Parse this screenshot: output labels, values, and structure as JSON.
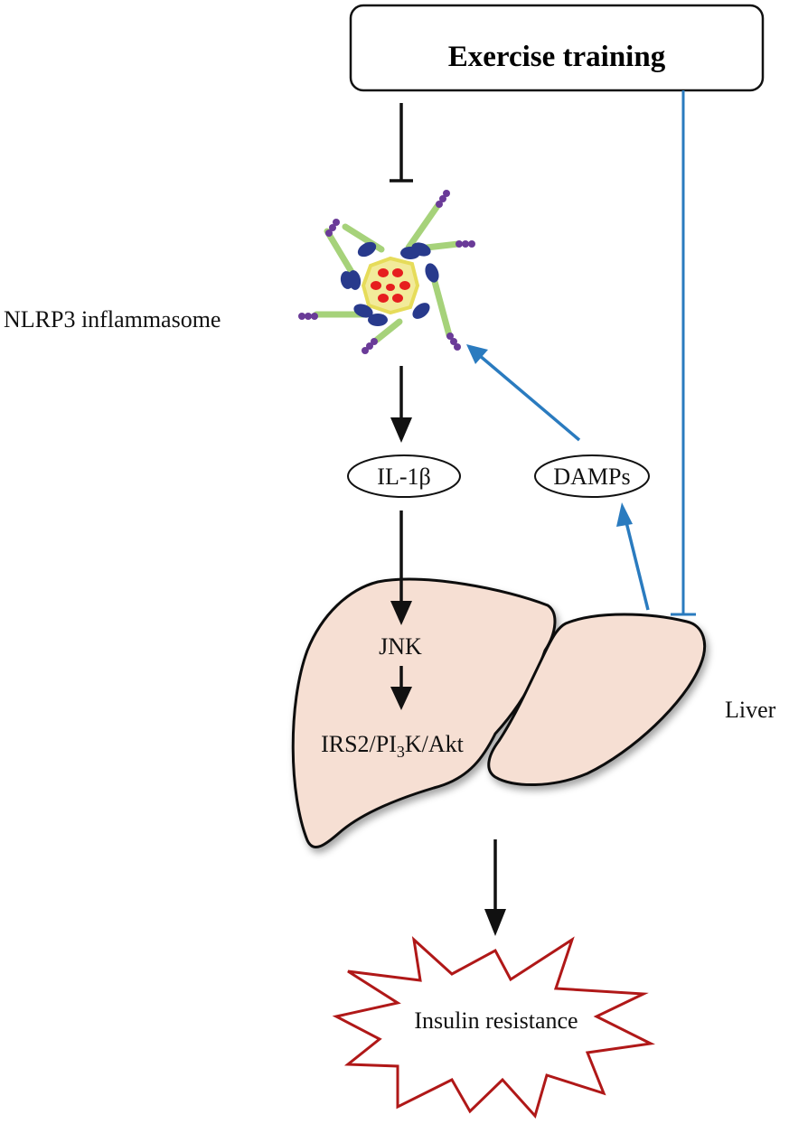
{
  "figure": {
    "exercise_box": {
      "label": "Exercise training"
    },
    "inflammasome": {
      "label": "NLRP3 inflammasome"
    },
    "il1b": {
      "label": "IL-1β"
    },
    "damps": {
      "label": "DAMPs"
    },
    "jnk": {
      "label": "JNK"
    },
    "irs": {
      "label_main": "IRS2/PI",
      "label_sub": "3",
      "label_tail": "K/Akt"
    },
    "liver": {
      "label": "Liver"
    },
    "outcome": {
      "label": "Insulin resistance"
    }
  },
  "colors": {
    "black_arrow": "#111111",
    "blue_arrow": "#2a7bbf",
    "liver_fill": "#f6dfd3",
    "star_stroke": "#b01818",
    "nlrp3_green": "#a6d27a",
    "nlrp3_navy": "#283a8c",
    "nlrp3_purple": "#6a3b98",
    "nlrp3_yellow": "#e6dc5a",
    "nlrp3_red": "#e61e1e"
  }
}
